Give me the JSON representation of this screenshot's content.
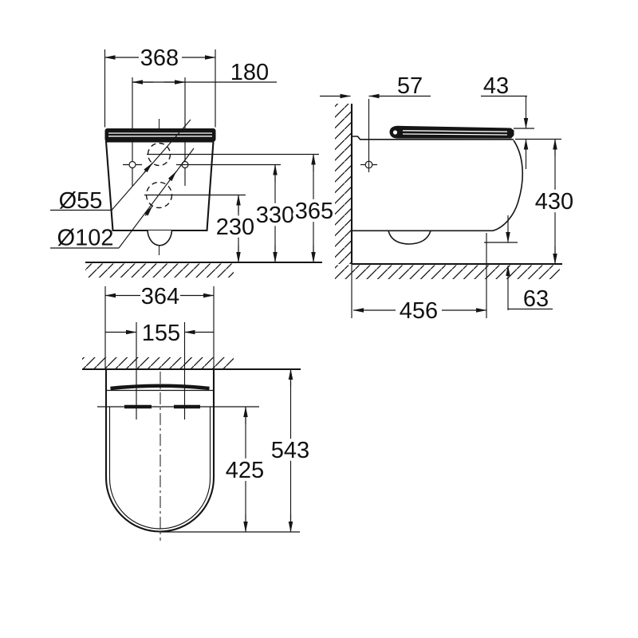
{
  "figure": {
    "kind": "technical-dimension-drawing",
    "subject": "wall-hung-toilet",
    "colors": {
      "ink": "#151515",
      "background": "#ffffff"
    }
  },
  "views": {
    "front": {
      "name": "front-view",
      "dims": {
        "overall_width": "368",
        "hole_spacing": "180",
        "supply_diameter": "Ø55",
        "outlet_diameter": "Ø102",
        "outlet_center_height": "230",
        "hole_center_height": "330",
        "supply_center_height": "365"
      }
    },
    "side": {
      "name": "side-view",
      "dims": {
        "wall_to_hole": "57",
        "seat_thickness": "43",
        "overall_height": "430",
        "depth": "456",
        "bottom_clearance": "63"
      }
    },
    "plan": {
      "name": "plan-view",
      "dims": {
        "overall_width": "364",
        "hole_spacing": "155",
        "bowl_depth": "425",
        "overall_depth": "543"
      }
    }
  }
}
